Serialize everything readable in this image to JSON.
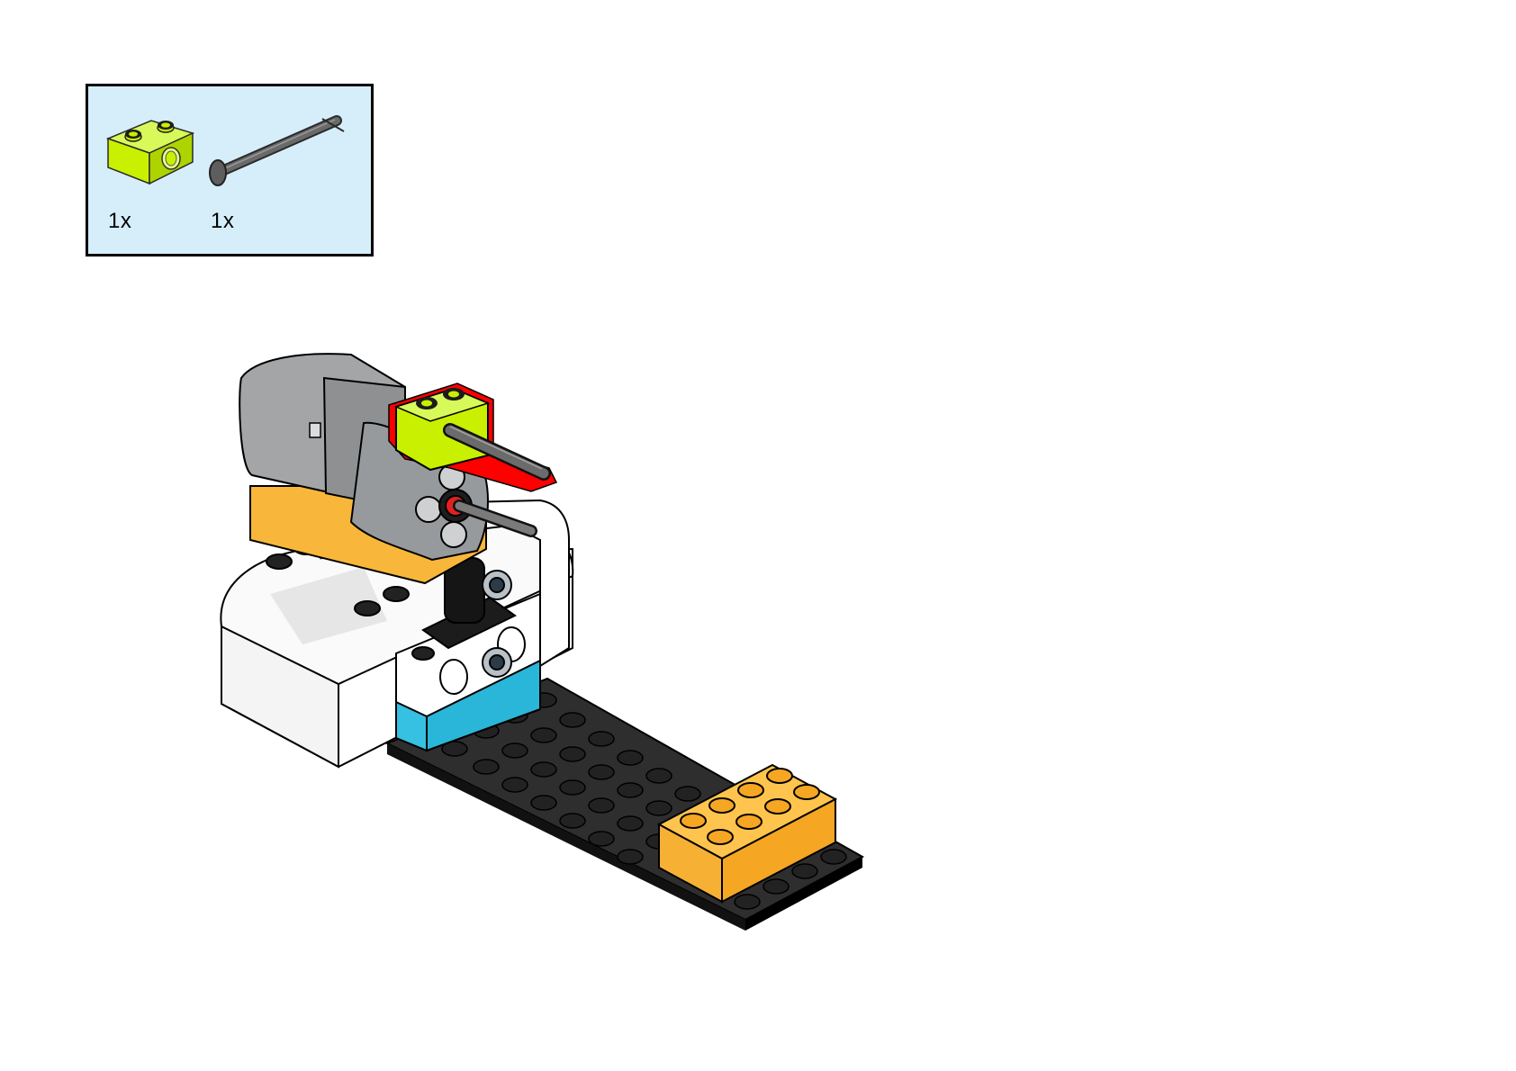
{
  "step": {
    "parts_callout": {
      "parts": [
        {
          "name": "technic-brick-1x2-with-hole",
          "color": "#c8f000",
          "quantity": "1x"
        },
        {
          "name": "technic-axle-pin",
          "color": "#5b5b5b",
          "quantity": "1x"
        }
      ]
    },
    "highlight_color": "#ff0000",
    "colors": {
      "motor_grey": "#8e9092",
      "hub_white": "#f6f6f6",
      "bright_orange": "#f8b73a",
      "azure": "#36c0e2",
      "baseplate_black": "#1a1a1a",
      "lime": "#c8f000"
    }
  }
}
